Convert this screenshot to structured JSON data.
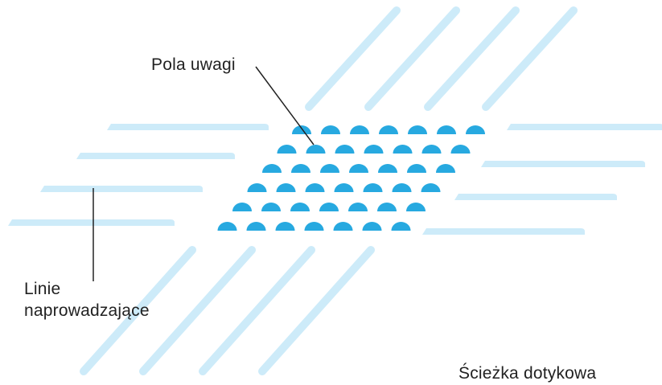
{
  "labels": {
    "attention_fields": "Pola uwagi",
    "guide_lines_line1": "Linie",
    "guide_lines_line2": "naprowadzające",
    "tactile_path": "Ścieżka dotykowa"
  },
  "colors": {
    "guide_stripe": "#cdebf9",
    "guide_stripe_edge": "#b9e2f5",
    "dome": "#27a9e0",
    "leader_line": "#222222",
    "text": "#222222"
  },
  "structure": {
    "dome_rows": 6,
    "domes_per_row": 7,
    "upper_diagonal_stripes": 4,
    "lower_diagonal_stripes": 4,
    "left_horizontal_stripes": 4,
    "right_horizontal_stripes": 4
  }
}
